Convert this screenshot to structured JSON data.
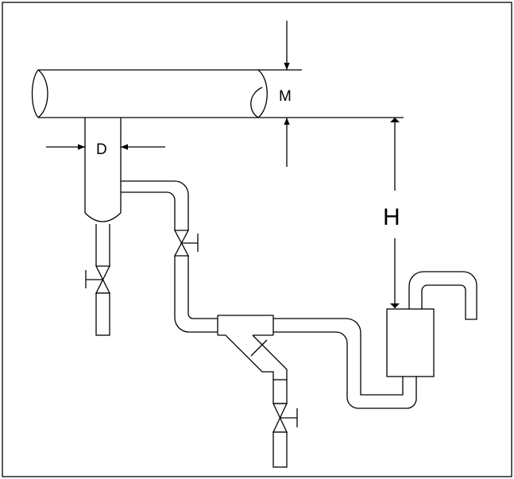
{
  "labels": {
    "main_pipe_dim": "M",
    "leg_diameter": "D",
    "height": "H"
  },
  "colors": {
    "line": "#000000",
    "background": "#ffffff"
  }
}
